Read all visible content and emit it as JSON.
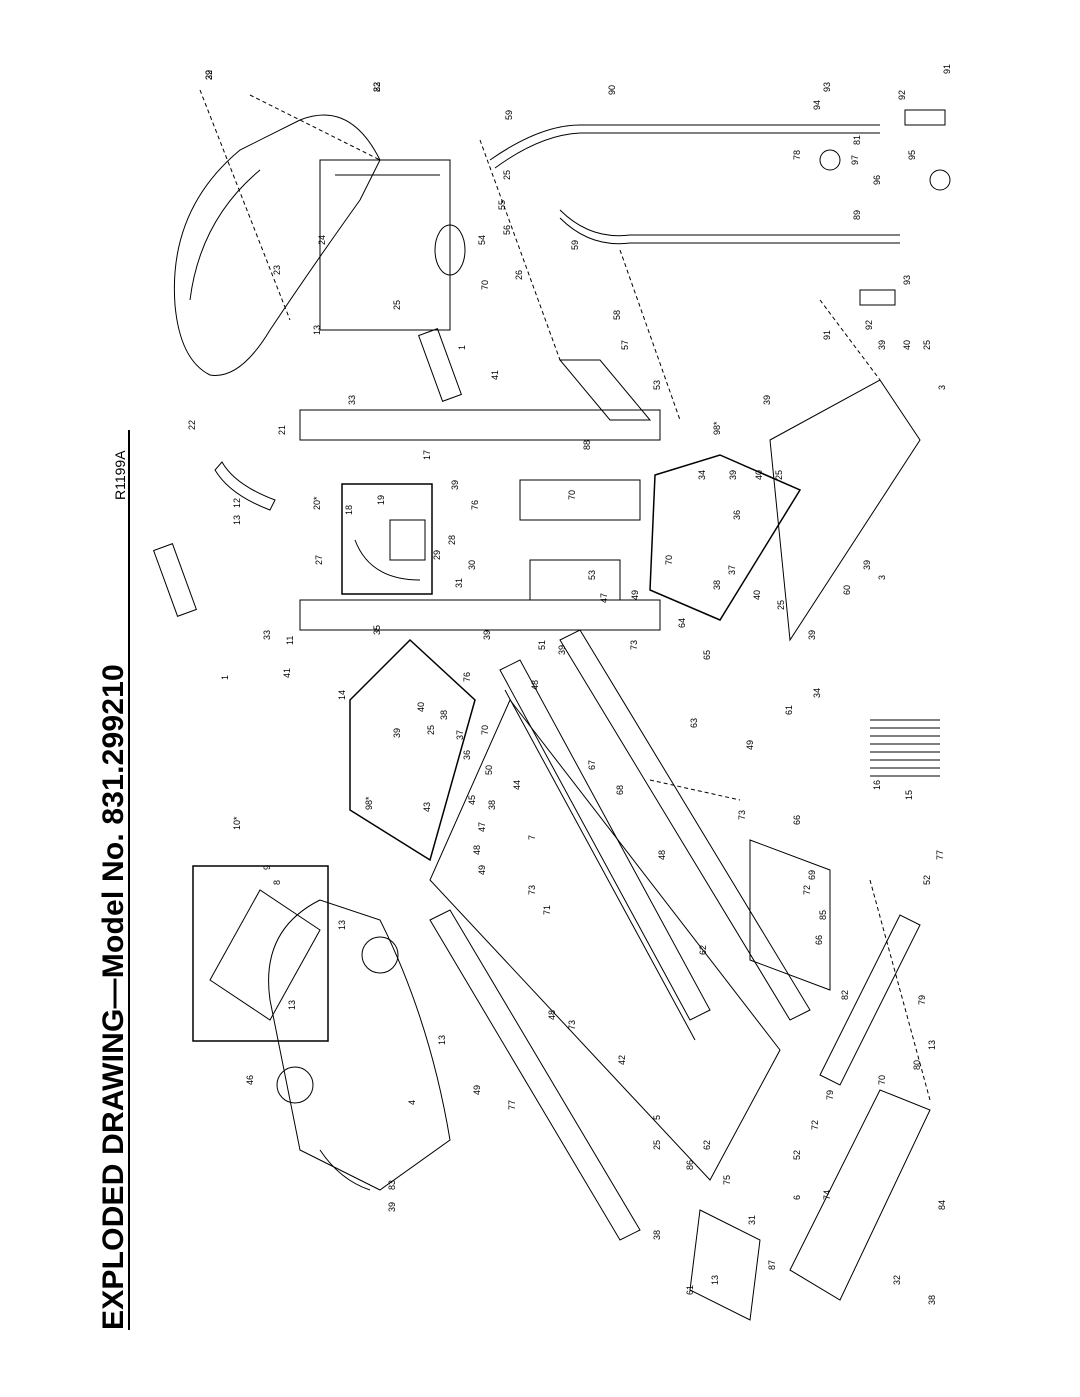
{
  "title": "EXPLODED DRAWING—Model No. 831.299210",
  "drawing_code": "R1199A",
  "part_labels": [
    "22",
    "22",
    "91",
    "93",
    "94",
    "92",
    "81",
    "97",
    "90",
    "59",
    "78",
    "95",
    "96",
    "25",
    "55",
    "56",
    "54",
    "24",
    "23",
    "89",
    "59",
    "26",
    "70",
    "58",
    "57",
    "1",
    "41",
    "13",
    "25",
    "33",
    "21",
    "22",
    "53",
    "93",
    "92",
    "91",
    "39",
    "40",
    "25",
    "3",
    "39",
    "98*",
    "88",
    "70",
    "34",
    "39",
    "40",
    "25",
    "36",
    "37",
    "38",
    "17",
    "39",
    "76",
    "12",
    "13",
    "20*",
    "18",
    "19",
    "28",
    "29",
    "30",
    "31",
    "27",
    "53",
    "49",
    "47",
    "64",
    "70",
    "60",
    "39",
    "3",
    "40",
    "25",
    "39",
    "11",
    "33",
    "35",
    "1",
    "41",
    "14",
    "76",
    "39",
    "51",
    "39",
    "48",
    "73",
    "65",
    "63",
    "61",
    "34",
    "39",
    "40",
    "25",
    "38",
    "37",
    "36",
    "98*",
    "43",
    "70",
    "50",
    "44",
    "45",
    "38",
    "47",
    "48",
    "49",
    "67",
    "68",
    "49",
    "73",
    "66",
    "10*",
    "9",
    "8",
    "16",
    "15",
    "7",
    "48",
    "69",
    "72",
    "77",
    "52",
    "13",
    "13",
    "73",
    "62",
    "71",
    "85",
    "66",
    "82",
    "79",
    "13",
    "46",
    "49",
    "73",
    "48",
    "42",
    "4",
    "13",
    "80",
    "70",
    "79",
    "72",
    "52",
    "77",
    "5",
    "25",
    "62",
    "86",
    "75",
    "38",
    "31",
    "6",
    "74",
    "84",
    "39",
    "83",
    "61",
    "13",
    "87",
    "32",
    "38",
    "39",
    "83"
  ]
}
